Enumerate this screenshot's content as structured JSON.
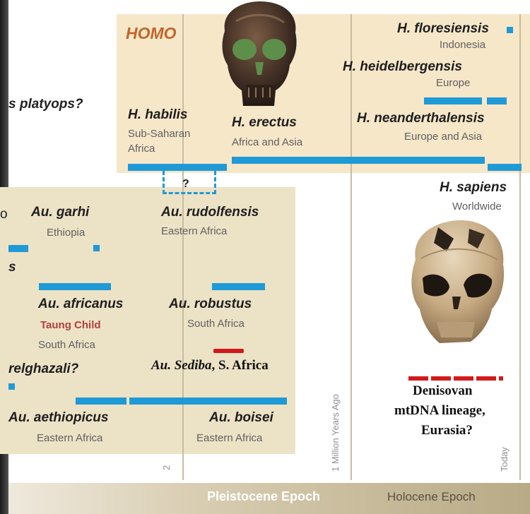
{
  "homo_group": {
    "title": "HOMO"
  },
  "species": {
    "floresiensis": {
      "name": "H. floresiensis",
      "region": "Indonesia"
    },
    "heidelbergensis": {
      "name": "H. heidelbergensis",
      "region": "Europe"
    },
    "neanderthalensis": {
      "name": "H. neanderthalensis",
      "region": "Europe and Asia"
    },
    "habilis": {
      "name": "H. habilis",
      "region_line1": "Sub-Saharan",
      "region_line2": "Africa"
    },
    "erectus": {
      "name": "H. erectus",
      "region": "Africa and Asia"
    },
    "sapiens": {
      "name": "H. sapiens",
      "region": "Worldwide"
    },
    "platyops": {
      "name": "s platyops?"
    },
    "garhi": {
      "name": "Au. garhi",
      "region": "Ethiopia"
    },
    "rudolfensis": {
      "name": "Au. rudolfensis",
      "region": "Eastern Africa",
      "uncertain_mark": "?"
    },
    "afarensis_partial": {
      "name": "s"
    },
    "africanus": {
      "name": "Au. africanus",
      "specimen": "Taung Child",
      "region": "South Africa"
    },
    "robustus": {
      "name": "Au. robustus",
      "region": "South Africa"
    },
    "sediba": {
      "name": "Au. Sediba",
      "region": ", S. Africa"
    },
    "bahrelghazali": {
      "name": "relghazali?"
    },
    "aethiopicus": {
      "name": "Au. aethiopicus",
      "region": "Eastern Africa"
    },
    "boisei": {
      "name": "Au. boisei",
      "region": "Eastern Africa"
    },
    "denisovan": {
      "line1": "Denisovan",
      "line2": "mtDNA lineage,",
      "line3": "Eurasia?"
    }
  },
  "axis": {
    "two_my_label": "2",
    "one_my_label": "1 Million Years Ago",
    "today_label": "Today"
  },
  "epochs": {
    "pleistocene": "Pleistocene Epoch",
    "holocene": "Holocene Epoch"
  },
  "left_edge_fragment": "o",
  "colors": {
    "range_bar": "#1f9ad6",
    "denisovan_bar": "#d21a1a",
    "homo_panel": "#f6e7c9",
    "australopith_panel": "#ece2c6",
    "homo_title": "#c2662a"
  },
  "icons": [
    "homo-erectus-skull-photo",
    "homo-sapiens-skull-photo"
  ]
}
